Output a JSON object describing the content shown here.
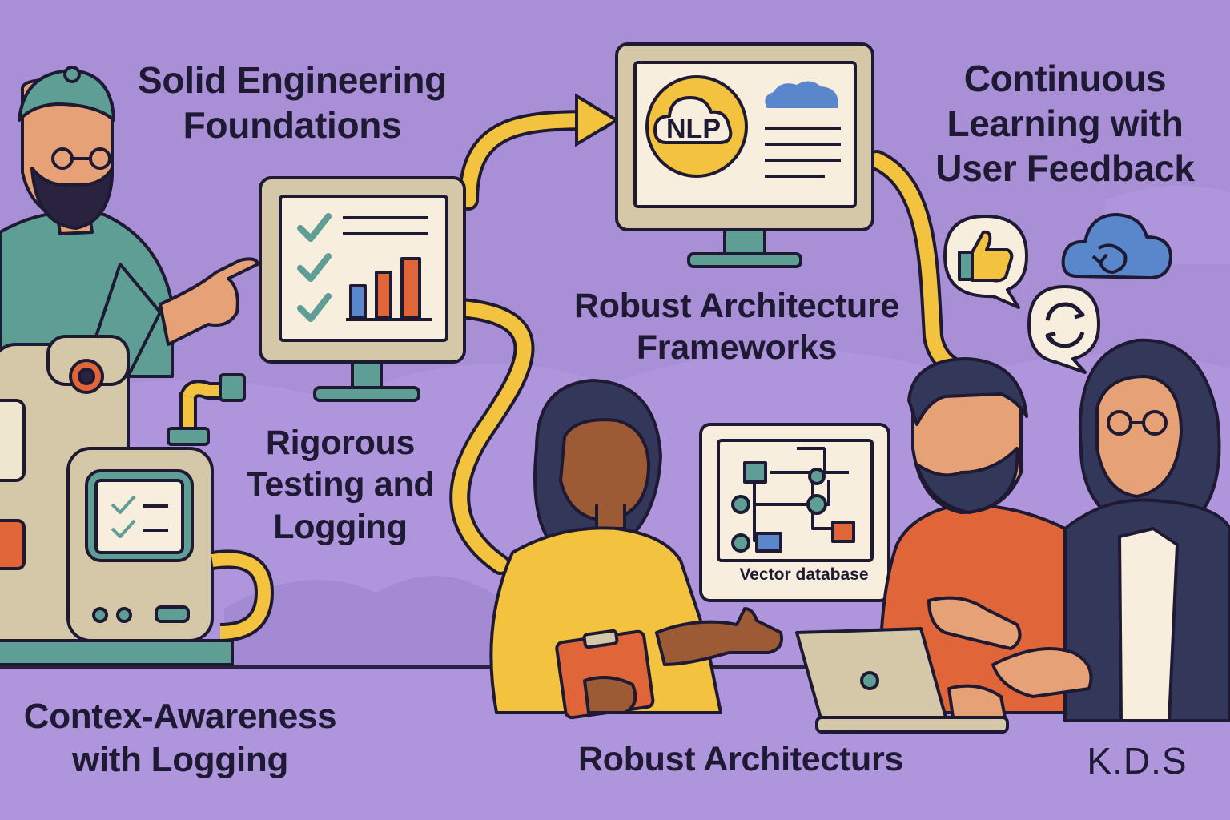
{
  "labels": {
    "solid_foundations": [
      "Solid Engineering",
      "Foundations"
    ],
    "continuous_learning": [
      "Continuous",
      "Learning with",
      "User Feedback"
    ],
    "robust_frameworks": [
      "Robust Architecture",
      "Frameworks"
    ],
    "rigorous_testing": [
      "Rigorous",
      "Testing and",
      "Logging"
    ],
    "context_awareness": [
      "Contex-Awareness",
      "with Logging"
    ],
    "robust_architectures": "Robust Architecturs",
    "signature": "K.D.S"
  },
  "monitors": {
    "nlp_badge": "NLP",
    "vector_db_caption": "Vector database"
  },
  "icons": [
    "checkmark-icon",
    "bar-chart-icon",
    "nlp-cloud-icon",
    "cloud-icon",
    "thumbs-up-icon",
    "refresh-icon",
    "cloud-sync-icon",
    "laptop-icon",
    "clipboard-icon"
  ],
  "colors": {
    "background": "#a98fd6",
    "accent_yellow": "#f3c23e",
    "teal": "#5f9e95",
    "orange": "#e0663a",
    "blue": "#5a86cc",
    "navy": "#2e3553",
    "outline": "#1f1a33",
    "screen_cream": "#f7eedd"
  }
}
